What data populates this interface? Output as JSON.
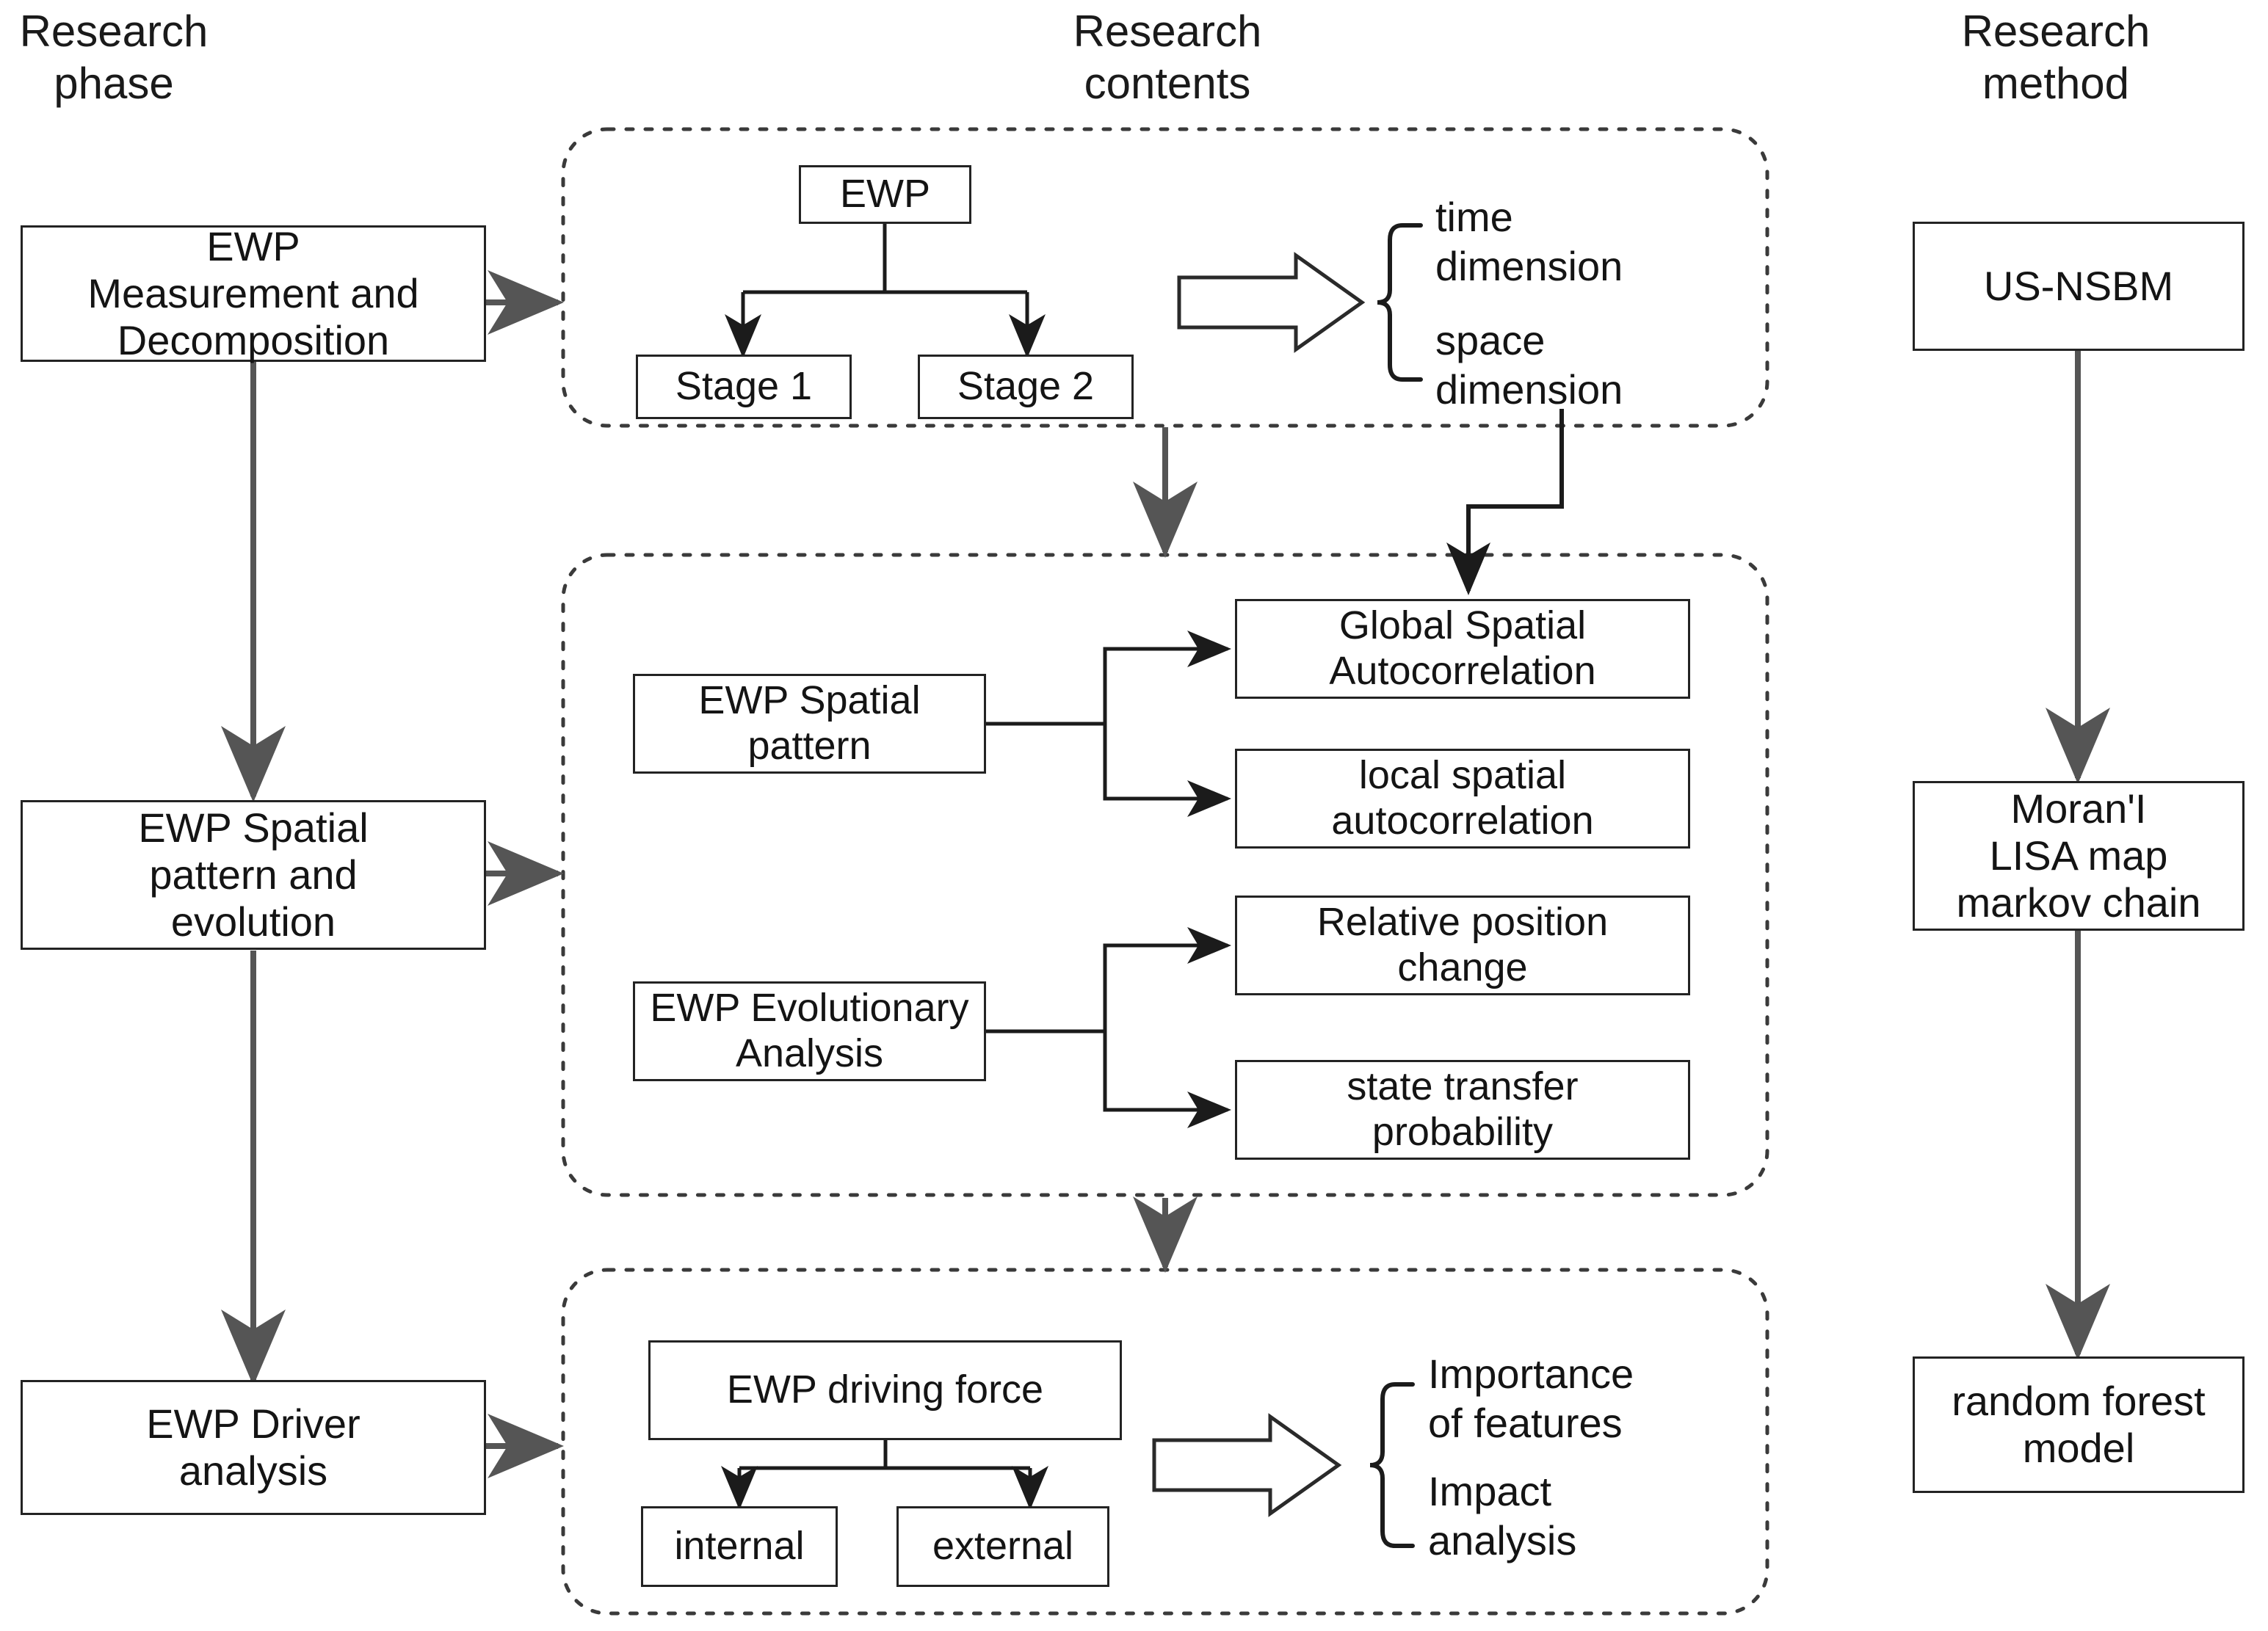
{
  "diagram": {
    "title": "EWP research framework flowchart",
    "columns": [
      {
        "id": "research-phase",
        "label": "Research\nphase"
      },
      {
        "id": "research-contents",
        "label": "Research\ncontents"
      },
      {
        "id": "research-method",
        "label": "Research\nmethod"
      }
    ],
    "phase_nodes": [
      {
        "id": "phase-1",
        "label": "EWP\nMeasurement and\nDecomposition"
      },
      {
        "id": "phase-2",
        "label": "EWP Spatial\npattern and\nevolution"
      },
      {
        "id": "phase-3",
        "label": "EWP Driver\nanalysis"
      }
    ],
    "content_group_1": {
      "root": {
        "id": "ewp",
        "label": "EWP"
      },
      "children": [
        {
          "id": "stage-1",
          "label": "Stage 1"
        },
        {
          "id": "stage-2",
          "label": "Stage 2"
        }
      ],
      "outcome_lines": [
        "time\ndimension",
        "space\ndimension"
      ]
    },
    "content_group_2": {
      "branches": [
        {
          "id": "ewp-spatial-pattern",
          "label": "EWP Spatial\npattern",
          "children": [
            {
              "id": "global-spatial-autocorrelation",
              "label": "Global Spatial\nAutocorrelation"
            },
            {
              "id": "local-spatial-autocorrelation",
              "label": "local spatial\nautocorrelation"
            }
          ]
        },
        {
          "id": "ewp-evolutionary-analysis",
          "label": "EWP Evolutionary\nAnalysis",
          "children": [
            {
              "id": "relative-position-change",
              "label": "Relative position\nchange"
            },
            {
              "id": "state-transfer-probability",
              "label": "state transfer\nprobability"
            }
          ]
        }
      ]
    },
    "content_group_3": {
      "root": {
        "id": "ewp-driving-force",
        "label": "EWP driving force"
      },
      "children": [
        {
          "id": "internal",
          "label": "internal"
        },
        {
          "id": "external",
          "label": "external"
        }
      ],
      "outcome_lines": [
        "Importance\nof features",
        "Impact\nanalysis"
      ]
    },
    "method_nodes": [
      {
        "id": "method-1",
        "label": "US-NSBM"
      },
      {
        "id": "method-2",
        "label": "Moran'I\nLISA map\nmarkov chain"
      },
      {
        "id": "method-3",
        "label": "random forest\nmodel"
      }
    ],
    "colors": {
      "stroke": "#232323",
      "arrow_gray": "#555555",
      "text": "#141414",
      "background": "#ffffff"
    }
  }
}
